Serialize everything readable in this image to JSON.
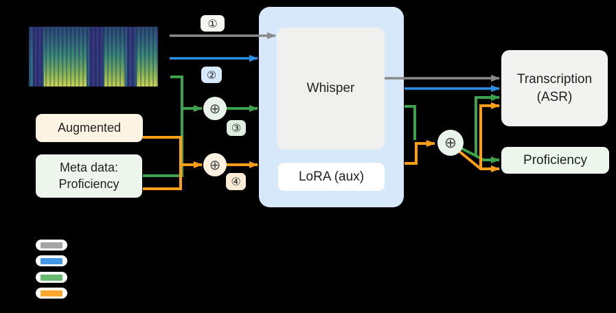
{
  "diagram": {
    "inputs": {
      "augmented_label": "Augmented",
      "metadata_label_line1": "Meta data:",
      "metadata_label_line2": "Proficiency"
    },
    "model": {
      "whisper_label": "Whisper",
      "lora_label": "LoRA (aux)"
    },
    "outputs": {
      "transcription_line1": "Transcription",
      "transcription_line2": "(ASR)",
      "proficiency_label": "Proficiency"
    },
    "steps": {
      "step1": "①",
      "step2": "②",
      "step3": "③",
      "step4": "④"
    },
    "operators": {
      "sum": "⊕"
    }
  },
  "colors": {
    "background": "#000000",
    "path_gray": "#8a8a8a",
    "path_blue": "#2b90e8",
    "path_green": "#3da24c",
    "path_orange": "#ff9f15",
    "container_fill": "#d6e8fa",
    "whisper_fill": "#f0f0ee",
    "lora_fill": "#ffffff",
    "augmented_fill": "#fdf3e2",
    "metadata_fill": "#edf5ed",
    "transcription_fill": "#f2f2f0",
    "proficiency_fill": "#ecf6ec"
  },
  "legend": {
    "items": [
      {
        "id": "gray",
        "color": "#a5a5a5"
      },
      {
        "id": "blue",
        "color": "#4397e7"
      },
      {
        "id": "green",
        "color": "#67bb6d"
      },
      {
        "id": "orange",
        "color": "#fba62c"
      }
    ]
  }
}
